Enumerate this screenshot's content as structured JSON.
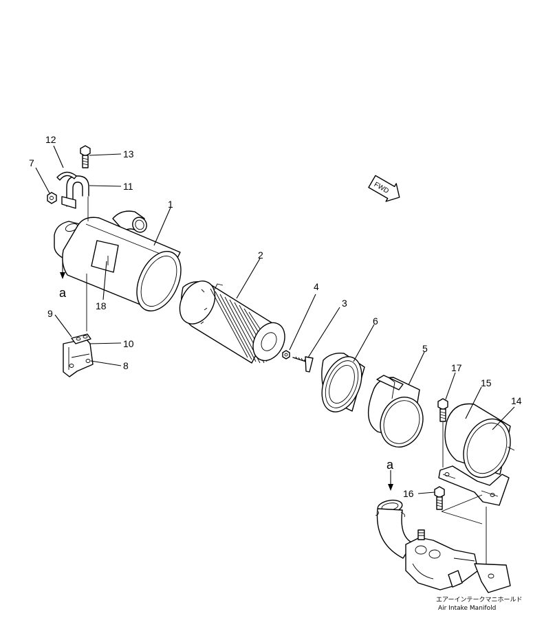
{
  "parts": [
    {
      "id": "p1",
      "num": "1"
    },
    {
      "id": "p2",
      "num": "2"
    },
    {
      "id": "p3",
      "num": "3"
    },
    {
      "id": "p4",
      "num": "4"
    },
    {
      "id": "p5",
      "num": "5"
    },
    {
      "id": "p6",
      "num": "6"
    },
    {
      "id": "p7",
      "num": "7"
    },
    {
      "id": "p8",
      "num": "8"
    },
    {
      "id": "p9",
      "num": "9"
    },
    {
      "id": "p10",
      "num": "10"
    },
    {
      "id": "p11",
      "num": "11"
    },
    {
      "id": "p12",
      "num": "12"
    },
    {
      "id": "p13",
      "num": "13"
    },
    {
      "id": "p14",
      "num": "14"
    },
    {
      "id": "p15",
      "num": "15"
    },
    {
      "id": "p16",
      "num": "16"
    },
    {
      "id": "p17",
      "num": "17"
    },
    {
      "id": "p18",
      "num": "18"
    }
  ],
  "connector_labels": {
    "top": "a",
    "bottom": "a"
  },
  "direction_badge": "FWD",
  "manifold_caption": {
    "jp": "エアーインテークマニホールド",
    "en": "Air Intake Manifold"
  }
}
